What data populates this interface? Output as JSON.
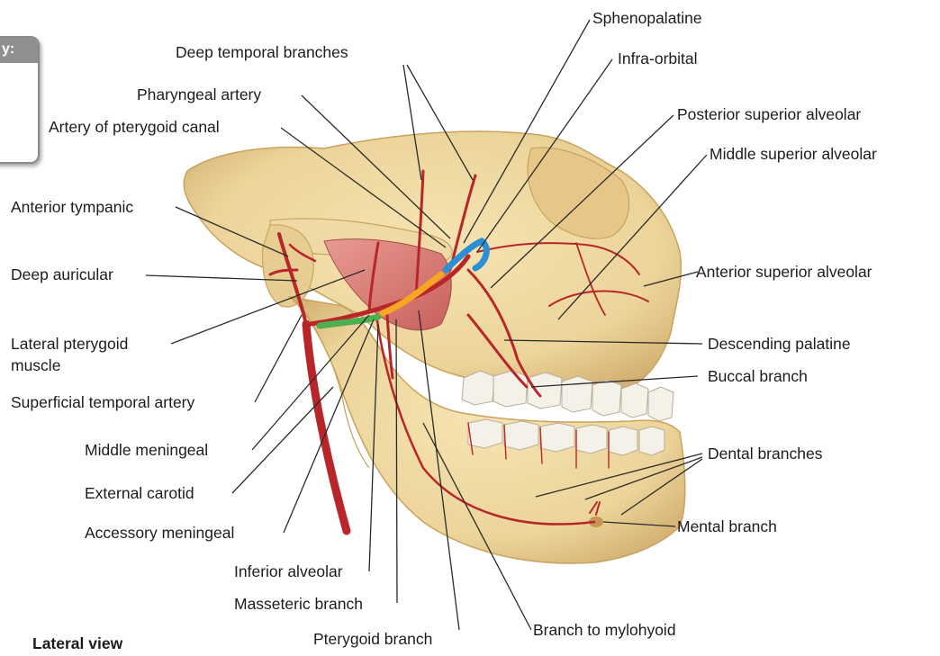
{
  "figure": {
    "caption": "Lateral view",
    "key_box_text": "y:"
  },
  "labels": {
    "sphenopalatine": "Sphenopalatine",
    "infra_orbital": "Infra-orbital",
    "deep_temporal": "Deep temporal branches",
    "pharyngeal": "Pharyngeal artery",
    "pterygoid_canal": "Artery of pterygoid canal",
    "posterior_superior_alveolar": "Posterior superior alveolar",
    "middle_superior_alveolar": "Middle superior alveolar",
    "anterior_tympanic": "Anterior tympanic",
    "deep_auricular": "Deep auricular",
    "anterior_superior_alveolar": "Anterior superior alveolar",
    "lateral_pterygoid": "Lateral pterygoid",
    "lateral_pterygoid_2": "muscle",
    "descending_palatine": "Descending palatine",
    "buccal": "Buccal branch",
    "superficial_temporal": "Superficial temporal artery",
    "middle_meningeal": "Middle meningeal",
    "dental": "Dental branches",
    "external_carotid": "External carotid",
    "mental": "Mental branch",
    "accessory_meningeal": "Accessory meningeal",
    "inferior_alveolar": "Inferior alveolar",
    "masseteric": "Masseteric branch",
    "pterygoid_branch": "Pterygoid branch",
    "mylohyoid": "Branch to mylohyoid"
  },
  "colors": {
    "bone": "#ecd49a",
    "bone_shadow": "#c9a35e",
    "artery": "#b8262a",
    "muscle": "#d97b78",
    "teeth": "#f4f1e8",
    "segment_green": "#4caf50",
    "segment_orange": "#f5a623",
    "segment_blue": "#2b8fd6"
  }
}
